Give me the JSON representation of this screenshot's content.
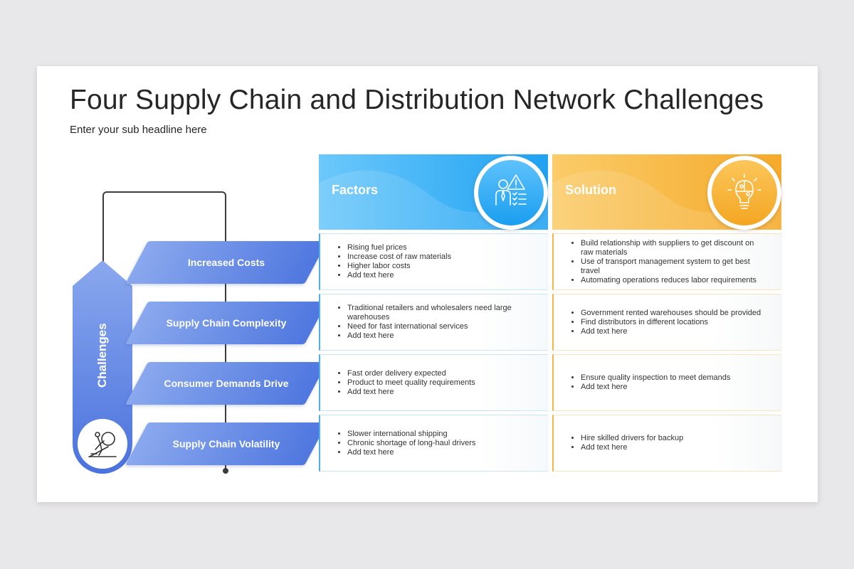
{
  "title": "Four Supply Chain and Distribution Network Challenges",
  "subtitle": "Enter your sub headline here",
  "challenges_label": "Challenges",
  "colors": {
    "blue_dark": "#4f77df",
    "blue_light": "#8aa8ee",
    "factors": "#35aef5",
    "solution": "#f6b133"
  },
  "icons": {
    "challenges": "person-pushing-boulder-icon",
    "factors": "businessman-warning-checklist-icon",
    "solution": "lightbulb-puzzle-icon"
  },
  "rows": [
    {
      "label": "Increased Costs"
    },
    {
      "label": "Supply Chain Complexity"
    },
    {
      "label": "Consumer Demands Drive"
    },
    {
      "label": "Supply Chain Volatility"
    }
  ],
  "factors": {
    "title": "Factors",
    "items": [
      [
        "Rising fuel prices",
        "Increase cost of raw materials",
        "Higher labor costs",
        "Add text here"
      ],
      [
        "Traditional retailers and wholesalers need large warehouses",
        "Need for fast international services",
        "Add text here"
      ],
      [
        "Fast order delivery expected",
        "Product to meet quality requirements",
        "Add text here"
      ],
      [
        "Slower international shipping",
        "Chronic shortage of long-haul drivers",
        "Add text here"
      ]
    ]
  },
  "solution": {
    "title": "Solution",
    "items": [
      [
        "Build relationship with suppliers to get discount on raw materials",
        "Use of transport management system to get best travel",
        "Automating operations reduces labor requirements"
      ],
      [
        "Government rented warehouses should be provided",
        "Find distributors in different locations",
        "Add text here"
      ],
      [
        "Ensure quality inspection to meet demands",
        "Add text here"
      ],
      [
        "Hire skilled drivers for backup",
        "Add text here"
      ]
    ]
  }
}
